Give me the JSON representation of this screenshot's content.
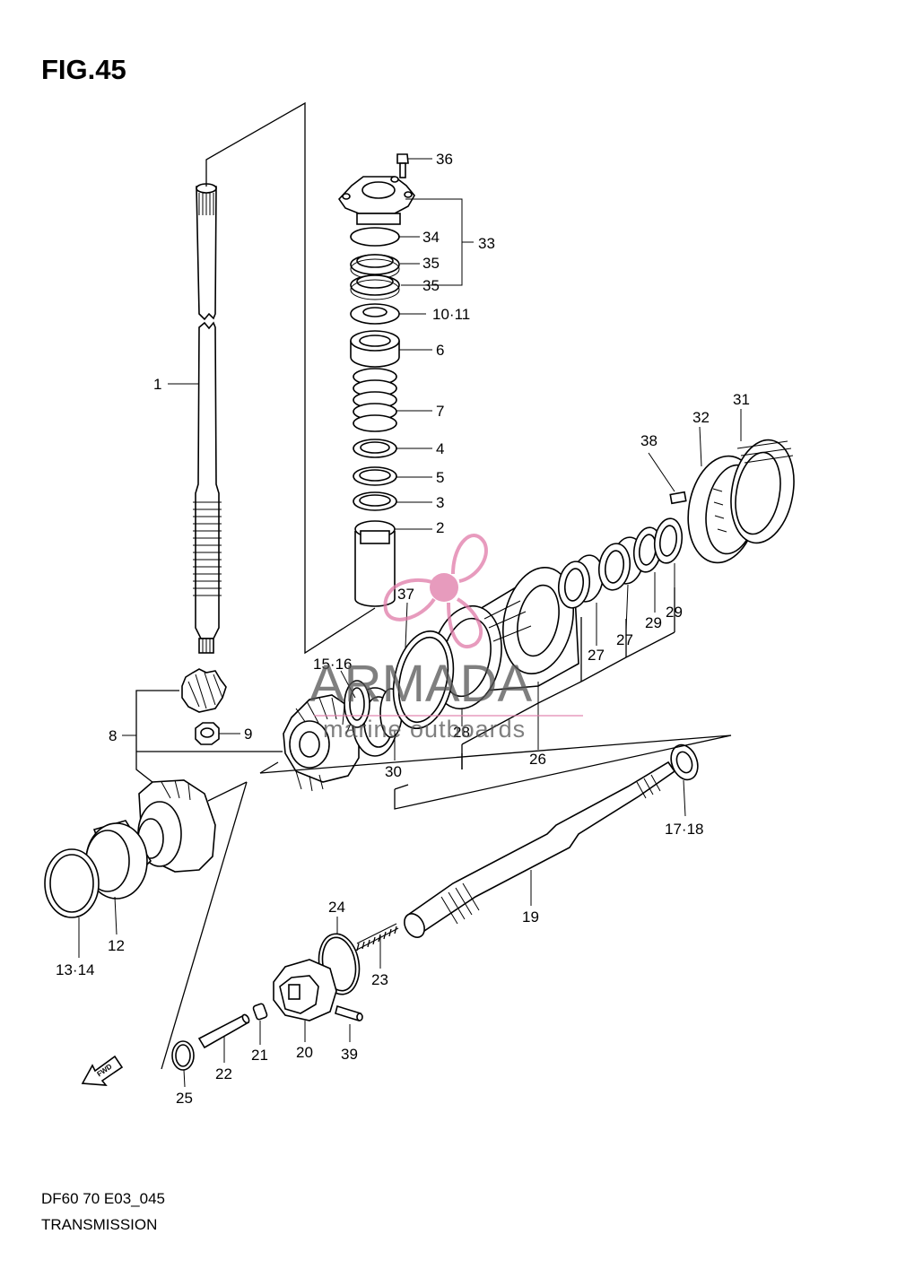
{
  "figure": {
    "title": "FIG.45",
    "code": "DF60 70 E03_045",
    "name": "TRANSMISSION"
  },
  "watermark": {
    "brand": "ARMADA",
    "tagline": "marine outboards",
    "brand_color": "#555555",
    "logo_color": "#e07aa8"
  },
  "fwd_label": "FWD",
  "callouts": {
    "c1": "1",
    "c2": "2",
    "c3": "3",
    "c4": "4",
    "c5": "5",
    "c6": "6",
    "c7": "7",
    "c8": "8",
    "c9": "9",
    "c10_11": "10·11",
    "c12": "12",
    "c13_14": "13·14",
    "c15_16": "15·16",
    "c17_18": "17·18",
    "c19": "19",
    "c20": "20",
    "c21": "21",
    "c22": "22",
    "c23": "23",
    "c24": "24",
    "c25": "25",
    "c26": "26",
    "c27a": "27",
    "c27b": "27",
    "c28": "28",
    "c29a": "29",
    "c29b": "29",
    "c30": "30",
    "c31": "31",
    "c32": "32",
    "c33": "33",
    "c34": "34",
    "c35a": "35",
    "c35b": "35",
    "c36": "36",
    "c37": "37",
    "c38": "38",
    "c39": "39"
  }
}
